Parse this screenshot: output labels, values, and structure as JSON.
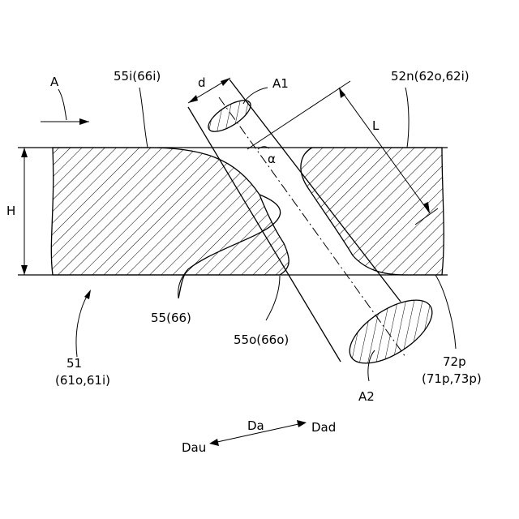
{
  "labels": {
    "flow_direction": "A",
    "inner_surface": "55i(66i)",
    "distance": "d",
    "inlet_section": "A1",
    "outer_ref": "52n(62o,62i)",
    "length": "L",
    "angle": "α",
    "height": "H",
    "passage": "55(66)",
    "outer_surface": "55o(66o)",
    "member": "51",
    "member_sub": "(61o,61i)",
    "outlet_section": "A2",
    "part": "72p",
    "part_sub": "(71p,73p)",
    "axis_main": "Da",
    "axis_downstream": "Dad",
    "axis_upstream": "Dau"
  },
  "colors": {
    "ink": "#000000",
    "background": "#ffffff"
  }
}
